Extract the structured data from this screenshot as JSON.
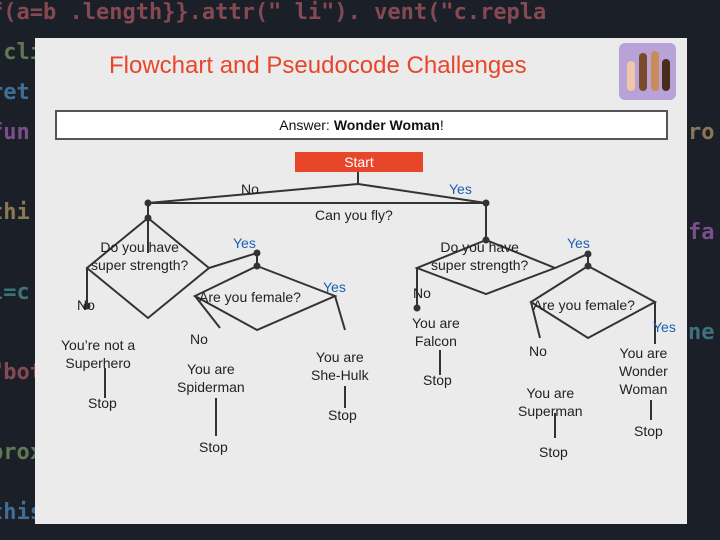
{
  "title": "Flowchart and Pseudocode Challenges",
  "answer": {
    "prefix": "Answer:",
    "value": "Wonder Woman",
    "suffix": "!"
  },
  "start": "Start",
  "nodes": {
    "can_fly": "Can you fly?",
    "left_strength": "Do you have\nsuper strength?",
    "right_strength": "Do you have\nsuper strength?",
    "left_female": "Are you female?",
    "right_female": "Are you female?",
    "not_superhero": "You’re not a\nSuperhero",
    "spiderman": "You are\nSpiderman",
    "shehulk": "You are\nShe-Hulk",
    "falcon": "You are\nFalcon",
    "superman": "You are\nSuperman",
    "wonderwoman": "You are\nWonder\nWoman"
  },
  "edges": {
    "yes": "Yes",
    "no": "No",
    "stop": "Stop"
  },
  "colors": {
    "title": "#e8462a",
    "start_fill": "#e8462a",
    "yes_text": "#1a5fb4",
    "slide_bg": "#ebebeb"
  }
}
